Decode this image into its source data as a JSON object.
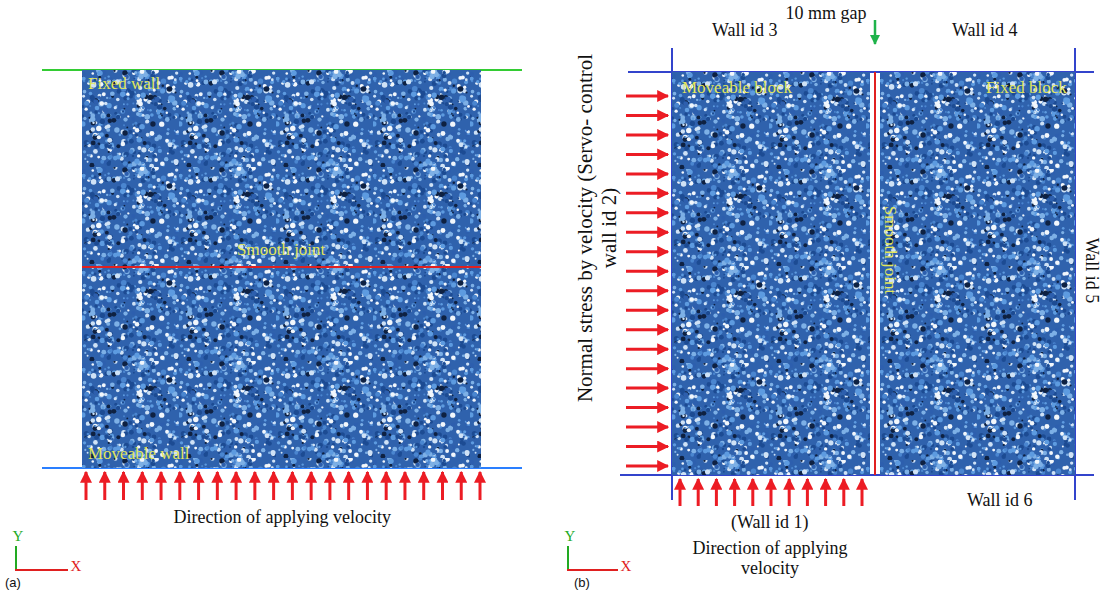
{
  "diagram": {
    "nodes": [
      {
        "text": [
          "Fixed wall",
          "Smooth joint",
          "Moveable wall"
        ]
      },
      {
        "text": [
          "Moveable block"
        ]
      },
      {
        "text": [
          "Fixed block"
        ]
      }
    ],
    "labels": [
      "Direction of applying velocity",
      "Y",
      "X",
      "(a)",
      "10 mm gap",
      "Wall id 3",
      "Wall id 4",
      "Normal stress by velocity (Servo- control wall id 2)",
      "Smooth joint",
      "Wall id 5",
      "Wall id 6",
      "(Wall id 1)",
      "Direction of applying velocity",
      "Y",
      "X",
      "(b)"
    ]
  }
}
